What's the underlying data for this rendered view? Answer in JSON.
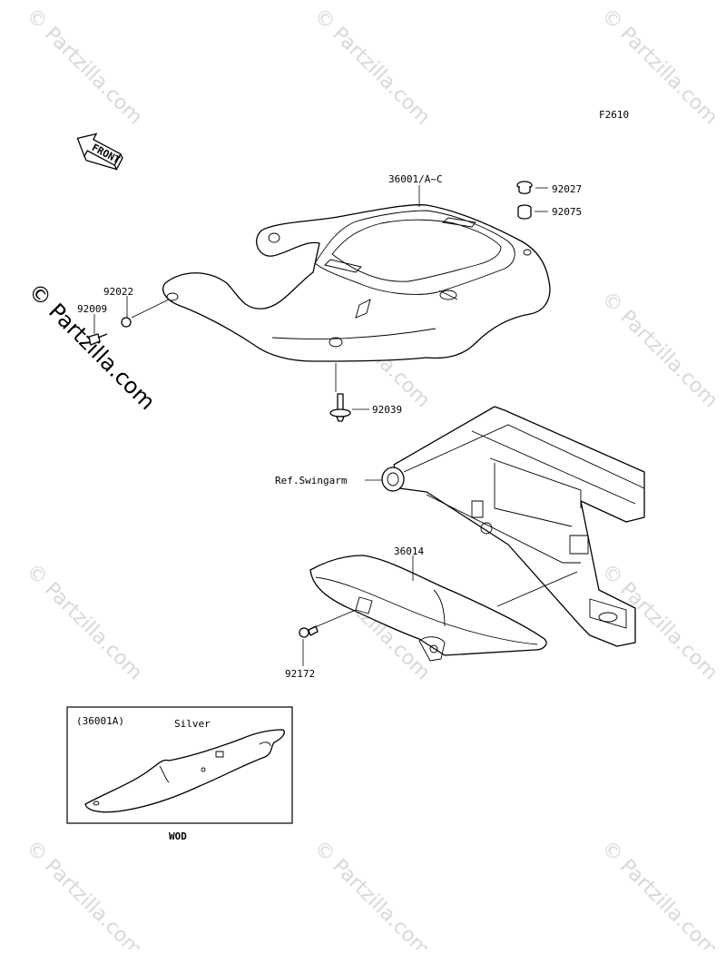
{
  "figure_code": "F2610",
  "front_arrow_label": "FRONT",
  "watermark_text": "© Partzilla.com",
  "parts": {
    "seat_cover": "36001/A~C",
    "cap": "92027",
    "bushing": "92075",
    "washer": "92022",
    "bolt_left": "92009",
    "rivet": "92039",
    "chain_guard": "36014",
    "guard_bolt": "92172"
  },
  "reference": "Ref.Swingarm",
  "inset": {
    "code": "(36001A)",
    "color_note": "Silver",
    "caption": "WOD"
  }
}
